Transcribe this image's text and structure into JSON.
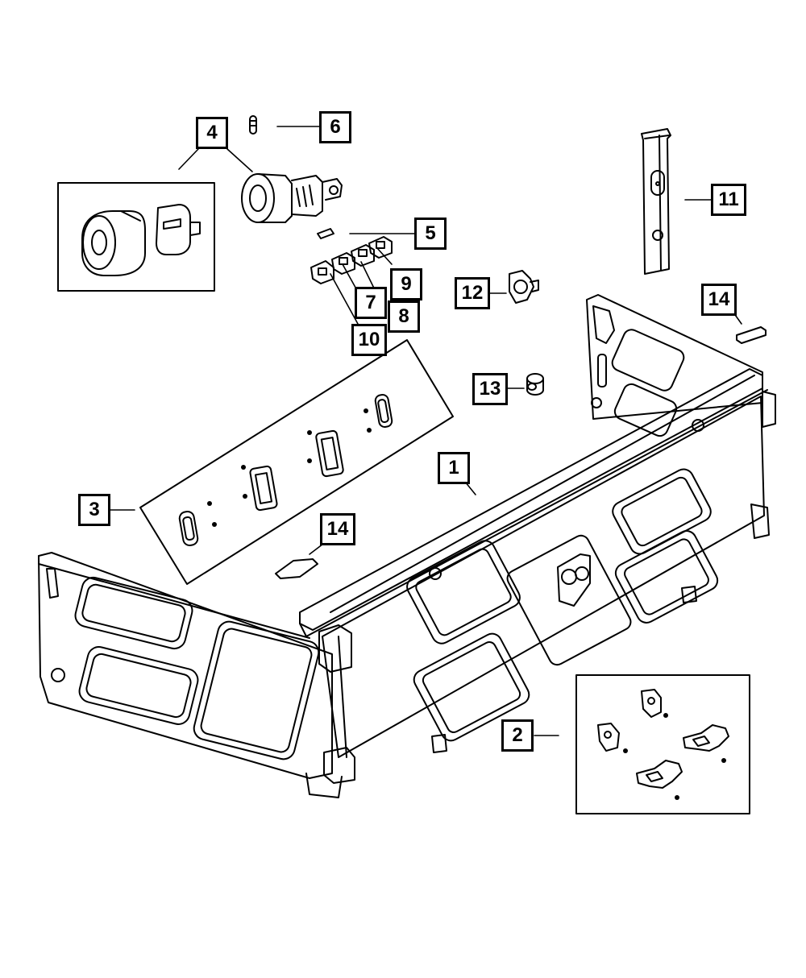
{
  "diagram": {
    "stroke_color": "#000000",
    "background": "#ffffff",
    "callouts": [
      {
        "id": "1",
        "label": "1"
      },
      {
        "id": "2",
        "label": "2"
      },
      {
        "id": "3",
        "label": "3"
      },
      {
        "id": "4",
        "label": "4"
      },
      {
        "id": "5",
        "label": "5"
      },
      {
        "id": "6",
        "label": "6"
      },
      {
        "id": "7",
        "label": "7"
      },
      {
        "id": "8",
        "label": "8"
      },
      {
        "id": "9",
        "label": "9"
      },
      {
        "id": "10",
        "label": "10"
      },
      {
        "id": "11",
        "label": "11"
      },
      {
        "id": "12",
        "label": "12"
      },
      {
        "id": "13",
        "label": "13"
      },
      {
        "id": "14a",
        "label": "14"
      },
      {
        "id": "14b",
        "label": "14"
      }
    ],
    "parts_icons": [
      "bed-extender-frame",
      "pivot-bracket-kit",
      "reflector-kit",
      "lock-cylinder",
      "spring",
      "lock-pin",
      "tumbler-clip",
      "tumbler-clip",
      "tumbler-clip",
      "tumbler-clip",
      "rail-strip",
      "knob",
      "bumper-stop",
      "pad-label"
    ]
  }
}
